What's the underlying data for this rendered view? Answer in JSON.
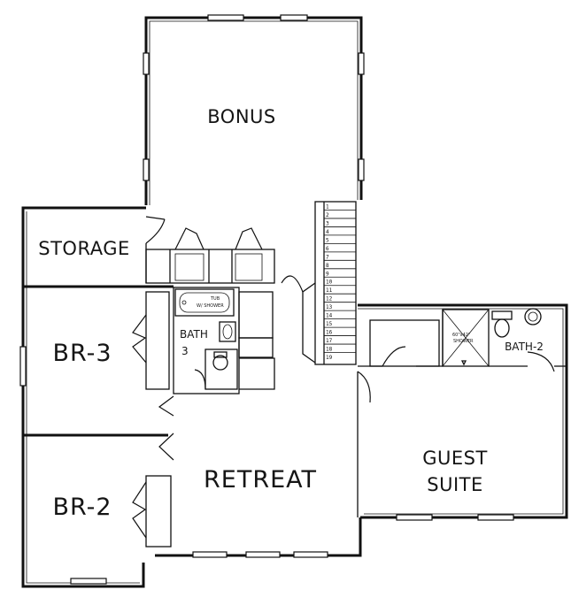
{
  "rooms": {
    "bonus": "BONUS",
    "storage": "STORAGE",
    "br3": "BR-3",
    "br2": "BR-2",
    "bath3_line1": "BATH",
    "bath3_line2": "3",
    "retreat": "RETREAT",
    "guest_line1": "GUEST",
    "guest_line2": "SUITE",
    "bath2": "BATH-2"
  },
  "fixtures": {
    "tub_line1": "TUB",
    "tub_line2": "W/ SHOWER",
    "shower_line1": "60\"x42\"",
    "shower_line2": "SHOWER"
  },
  "stairs": [
    "1",
    "2",
    "3",
    "4",
    "5",
    "6",
    "7",
    "8",
    "9",
    "10",
    "11",
    "12",
    "13",
    "14",
    "15",
    "16",
    "17",
    "18",
    "19"
  ]
}
